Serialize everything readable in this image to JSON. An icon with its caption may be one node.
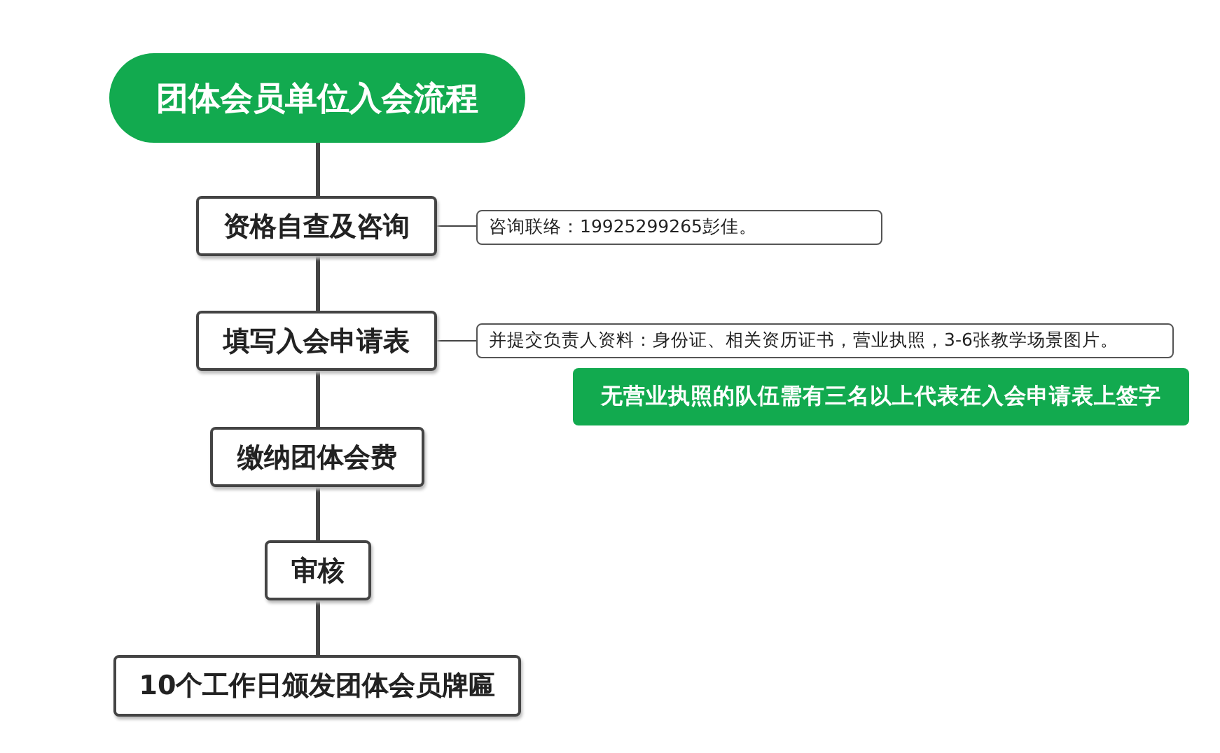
{
  "diagram": {
    "nodes": [
      {
        "text": [
          "团体会员单位入会流程"
        ]
      },
      {
        "text": [
          "资格自查及咨询"
        ]
      },
      {
        "text": [
          "咨询联络：19925299265彭佳。"
        ]
      },
      {
        "text": [
          "填写入会申请表"
        ]
      },
      {
        "text": [
          "并提交负责人资料：身份证、相关资历证书，营业执照，3-6张教学场景图片。"
        ]
      },
      {
        "text": [
          "无营业执照的队伍需有三名以上代表在入会申请表上签字"
        ]
      },
      {
        "text": [
          "缴纳团体会费"
        ]
      },
      {
        "text": [
          "审核"
        ]
      },
      {
        "text": [
          "10个工作日颁发团体会员牌匾"
        ]
      }
    ],
    "edges": [
      {
        "from": 0,
        "to": 1,
        "arrow": "none"
      },
      {
        "from": 1,
        "to": 2,
        "arrow": "none"
      },
      {
        "from": 1,
        "to": 3,
        "arrow": "none"
      },
      {
        "from": 3,
        "to": 4,
        "arrow": "none"
      },
      {
        "from": 3,
        "to": 6,
        "arrow": "none"
      },
      {
        "from": 6,
        "to": 7,
        "arrow": "none"
      },
      {
        "from": 7,
        "to": 8,
        "arrow": "none"
      }
    ]
  }
}
